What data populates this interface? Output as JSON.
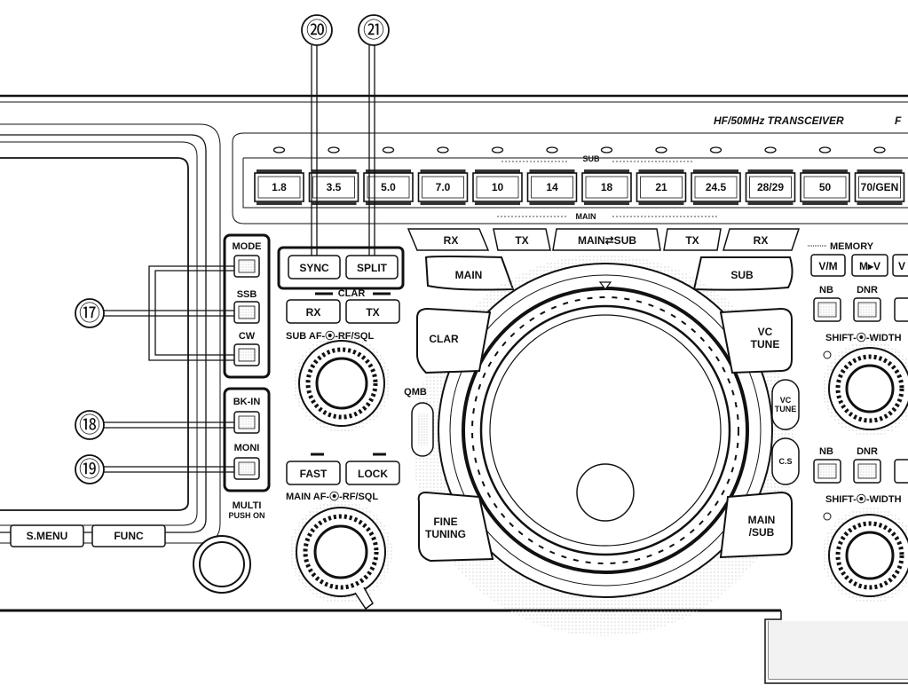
{
  "header": {
    "model_title": "HF/50MHz TRANSCEIVER",
    "brand_partial": "F"
  },
  "band_strip": {
    "sub_label": "SUB",
    "main_label": "MAIN",
    "bands": [
      "1.8",
      "3.5",
      "5.0",
      "7.0",
      "10",
      "14",
      "18",
      "21",
      "24.5",
      "28/29",
      "50",
      "70/GEN"
    ]
  },
  "vfo_buttons": {
    "rx_left": "RX",
    "tx_left": "TX",
    "main_sub": "MAIN⇄SUB",
    "tx_right": "TX",
    "rx_right": "RX",
    "main": "MAIN",
    "sub": "SUB"
  },
  "sync_split": {
    "sync": "SYNC",
    "split": "SPLIT"
  },
  "clar_group": {
    "label": "CLAR",
    "rx": "RX",
    "tx": "TX",
    "sub_af_label": "SUB AF-⦿-RF/SQL"
  },
  "fast_lock": {
    "fast": "FAST",
    "lock": "LOCK",
    "main_af_label": "MAIN AF-⦿-RF/SQL"
  },
  "left_column": {
    "mode": "MODE",
    "ssb": "SSB",
    "cw": "CW",
    "bkin": "BK-IN",
    "moni": "MONI",
    "multi": "MULTI",
    "push_on": "PUSH ON"
  },
  "soft_keys": {
    "s_menu": "S.MENU",
    "func": "FUNC"
  },
  "dial_area": {
    "clar": "CLAR",
    "qmb": "QMB",
    "vc_tune": "VC\nTUNE",
    "vc_tune_small": "VC\nTUNE",
    "cs": "C.S",
    "fine_tuning": "FINE\nTUNING",
    "main_sub": "MAIN\n/SUB"
  },
  "right_column": {
    "memory": "MEMORY",
    "vm": "V/M",
    "mv": "M▸V",
    "v_partial": "V",
    "nb_1": "NB",
    "dnr_1": "DNR",
    "shift_width_1": "SHIFT-⦿-WIDTH",
    "nb_2": "NB",
    "dnr_2": "DNR",
    "shift_width_2": "SHIFT-⦿-WIDTH"
  },
  "callouts": {
    "c17": "⑰",
    "c18": "⑱",
    "c19": "⑲",
    "c20": "⑳",
    "c21": "㉑"
  }
}
